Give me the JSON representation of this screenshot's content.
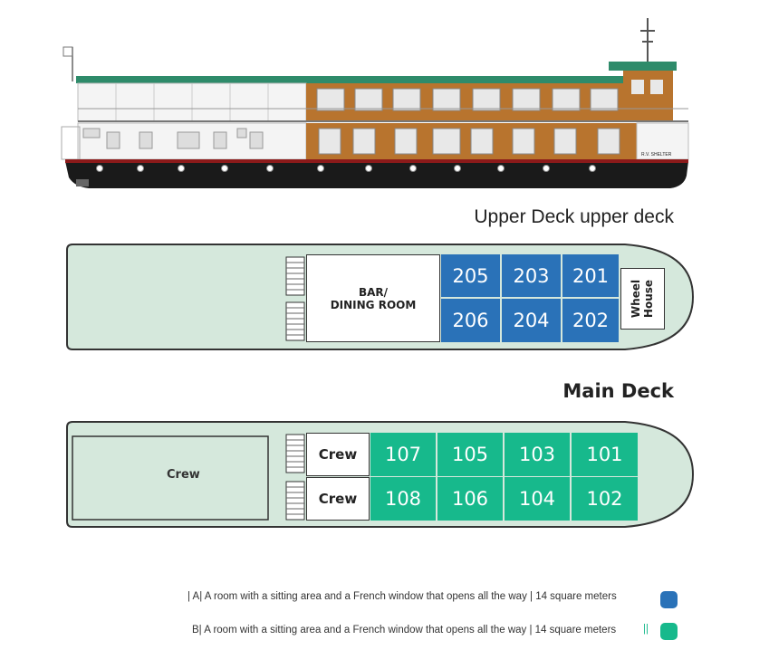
{
  "ship": {
    "nameplate": "R.V. SHELTER"
  },
  "upper_deck": {
    "title": "Upper Deck upper deck",
    "bar_label_line1": "BAR/",
    "bar_label_line2": "DINING ROOM",
    "wheel_house_line1": "Wheel",
    "wheel_house_line2": "House",
    "rooms_top": [
      "205",
      "203",
      "201"
    ],
    "rooms_bottom": [
      "206",
      "204",
      "202"
    ]
  },
  "main_deck": {
    "title": "Main Deck",
    "crew_aft": "Crew",
    "crew_top": "Crew",
    "crew_bottom": "Crew",
    "rooms_top": [
      "107",
      "105",
      "103",
      "101"
    ],
    "rooms_bottom": [
      "108",
      "106",
      "104",
      "102"
    ]
  },
  "legend": {
    "a_text": "| A| A room with a sitting area and a French window that opens all the way | 14 square meters",
    "b_text": "B| A room with a sitting area and a French window that opens all the way | 14 square meters",
    "b_suffix": "||",
    "colors": {
      "a": "#2a72b8",
      "b": "#17b98c",
      "deck": "#d5e8dc"
    }
  }
}
